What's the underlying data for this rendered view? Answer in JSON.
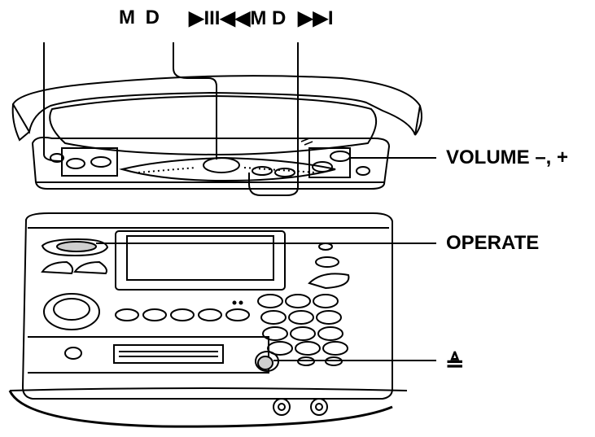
{
  "labels": {
    "top_text_1": "M D",
    "top_text_2": "▶III◀◀M D",
    "top_text_3": "▶▶I",
    "volume": "VOLUME –, +",
    "operate": "OPERATE",
    "eject": "≜"
  },
  "colors": {
    "ink": "#000000",
    "paper": "#ffffff",
    "shade": "#cfcfcf"
  }
}
